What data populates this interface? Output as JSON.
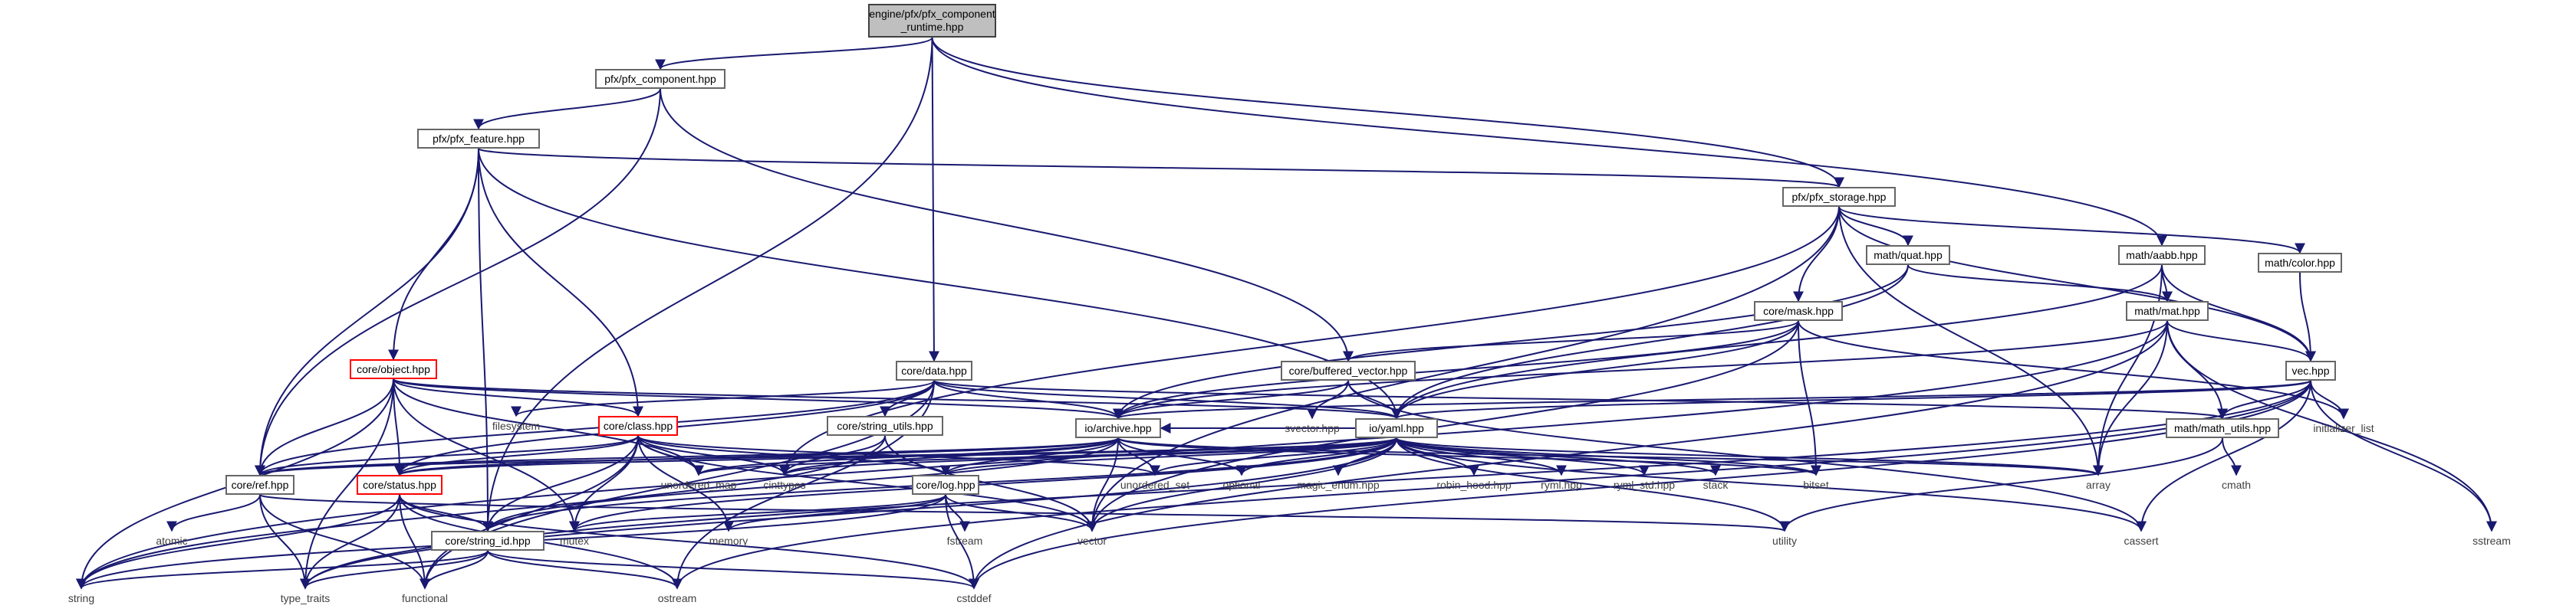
{
  "nodes": {
    "root": "engine/pfx/pfx_component\n_runtime.hpp",
    "pfx_component": "pfx/pfx_component.hpp",
    "pfx_feature": "pfx/pfx_feature.hpp",
    "pfx_storage": "pfx/pfx_storage.hpp",
    "quat": "math/quat.hpp",
    "aabb": "math/aabb.hpp",
    "color": "math/color.hpp",
    "mask": "core/mask.hpp",
    "mat": "math/mat.hpp",
    "vec": "vec.hpp",
    "object": "core/object.hpp",
    "data": "core/data.hpp",
    "buffered_vector": "core/buffered_vector.hpp",
    "filesystem": "filesystem",
    "class": "core/class.hpp",
    "string_utils": "core/string_utils.hpp",
    "archive": "io/archive.hpp",
    "svector": "svector.hpp",
    "yaml": "io/yaml.hpp",
    "math_utils": "math/math_utils.hpp",
    "initializer_list": "initializer_list",
    "ref": "core/ref.hpp",
    "status": "core/status.hpp",
    "unordered_map": "unordered_map",
    "cinttypes": "cinttypes",
    "log": "core/log.hpp",
    "unordered_set": "unordered_set",
    "optional": "optional",
    "magic_enum": "magic_enum.hpp",
    "robin_hood": "robin_hood.hpp",
    "ryml": "ryml.hpp",
    "ryml_std": "ryml_std.hpp",
    "stack": "stack",
    "bitset": "bitset",
    "array": "array",
    "cmath": "cmath",
    "atomic": "atomic",
    "memory": "memory",
    "mutex": "mutex",
    "string_id": "core/string_id.hpp",
    "fstream": "fstream",
    "vector": "vector",
    "utility": "utility",
    "cassert": "cassert",
    "sstream": "sstream",
    "string": "string",
    "type_traits": "type_traits",
    "functional": "functional",
    "ostream": "ostream",
    "cstddef": "cstddef"
  },
  "colors": {
    "edge": "#191970",
    "node_border": "#666666",
    "highlight_border": "#ff0000",
    "root_fill": "#bfbfbf",
    "system_header_text": "#404040"
  }
}
